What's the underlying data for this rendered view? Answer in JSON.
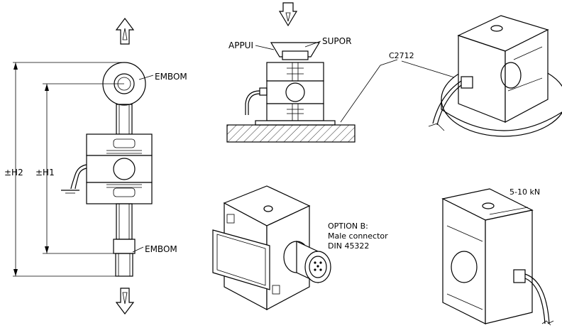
{
  "labels": {
    "embom_top": "EMBOM",
    "embom_bottom": "EMBOM",
    "h2": "±H2",
    "h1": "±H1",
    "appui": "APPUI",
    "supor": "SUPOR",
    "c2712": "C2712",
    "option_line1": "OPTION B:",
    "option_line2": "Male connector",
    "option_line3": "DIN 45322",
    "capacity": "5-10 kN"
  }
}
